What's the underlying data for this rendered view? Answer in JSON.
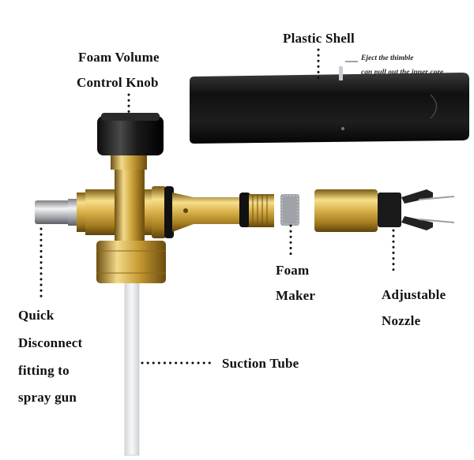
{
  "labels": {
    "plastic_shell": "Plastic Shell",
    "eject_note_line1": "Eject the thimble",
    "eject_note_line2": "can pull out the inner core",
    "foam_volume_line1": "Foam Volume",
    "foam_volume_line2": "Control Knob",
    "foam_maker_line1": "Foam",
    "foam_maker_line2": "Maker",
    "adjustable_nozzle_line1": "Adjustable",
    "adjustable_nozzle_line2": "Nozzle",
    "quick_disconnect_line1": "Quick",
    "quick_disconnect_line2": "Disconnect",
    "quick_disconnect_line3": "fitting to",
    "quick_disconnect_line4": "spray gun",
    "suction_tube": "Suction Tube"
  },
  "colors": {
    "brass": "#c9a13a",
    "brass_light": "#f2d67a",
    "brass_dark": "#8a6a18",
    "shell_black": "#151515",
    "knob_black": "#1c1c1c",
    "steel": "#b9bcc0",
    "tube": "#e8ebee"
  }
}
